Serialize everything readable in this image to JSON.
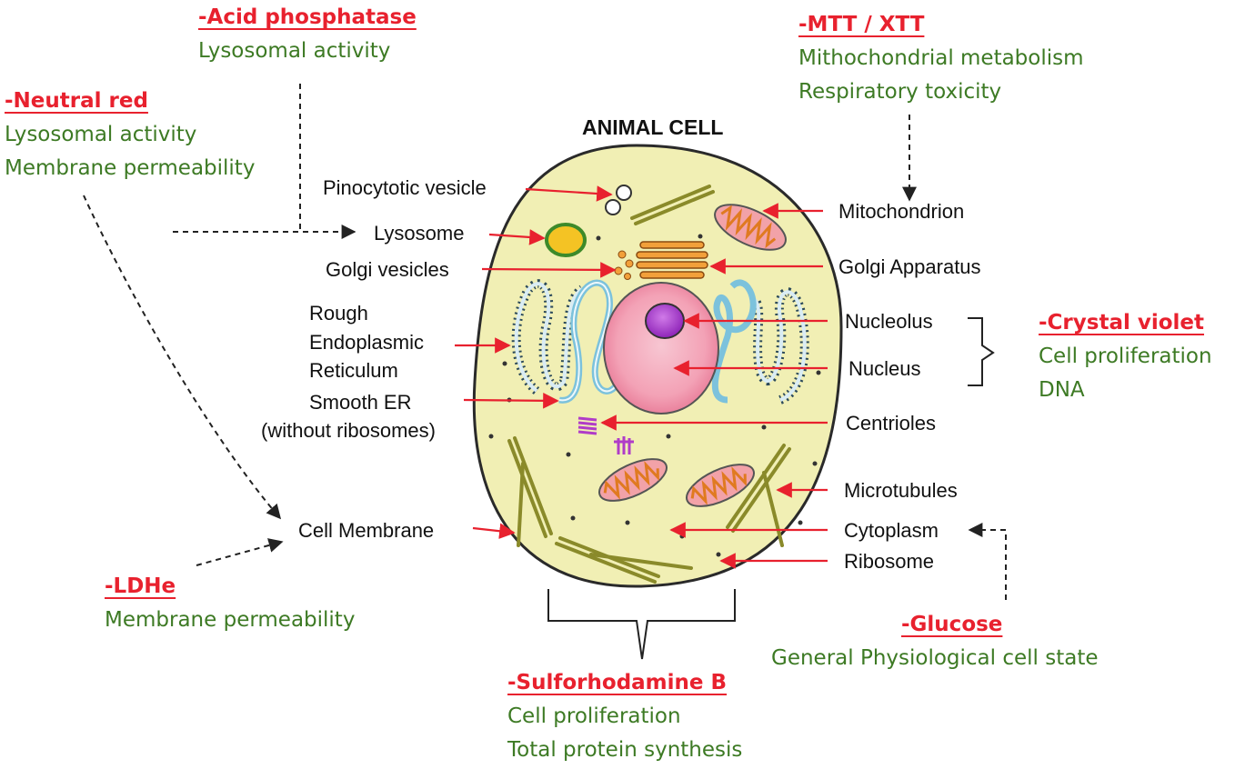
{
  "diagram": {
    "title": "ANIMAL CELL",
    "organelles": {
      "pinocytotic_vesicle": "Pinocytotic vesicle",
      "lysosome": "Lysosome",
      "golgi_vesicles": "Golgi vesicles",
      "rough_er_1": "Rough",
      "rough_er_2": "Endoplasmic",
      "rough_er_3": "Reticulum",
      "smooth_er_1": "Smooth ER",
      "smooth_er_2": "(without ribosomes)",
      "cell_membrane": "Cell Membrane",
      "mitochondrion": "Mitochondrion",
      "golgi_apparatus": "Golgi Apparatus",
      "nucleolus": "Nucleolus",
      "nucleus": "Nucleus",
      "centrioles": "Centrioles",
      "microtubules": "Microtubules",
      "cytoplasm": "Cytoplasm",
      "ribosome": "Ribosome"
    },
    "assays": {
      "acid_phosphatase": {
        "name": "-Acid phosphatase",
        "line1": "Lysosomal activity"
      },
      "neutral_red": {
        "name": "-Neutral red",
        "line1": "Lysosomal activity",
        "line2": "Membrane permeability"
      },
      "mtt_xtt": {
        "name": "-MTT / XTT",
        "line1": "Mithochondrial metabolism",
        "line2": "Respiratory toxicity"
      },
      "crystal_violet": {
        "name": "-Crystal violet",
        "line1": "Cell proliferation",
        "line2": "DNA"
      },
      "ldhe": {
        "name": "-LDHe",
        "line1": "Membrane permeability"
      },
      "glucose": {
        "name": "-Glucose",
        "line1": "General Physiological cell state"
      },
      "sulforhodamine_b": {
        "name": "-Sulforhodamine B",
        "line1": "Cell proliferation",
        "line2": "Total protein synthesis"
      }
    },
    "colors": {
      "assay_name": "#e8212e",
      "assay_description": "#3d7a24",
      "cell_fill": "#f1efb4",
      "arrow": "#e8212e",
      "nucleus": "#f4a9bb",
      "nucleolus": "#9b2fc0"
    }
  }
}
